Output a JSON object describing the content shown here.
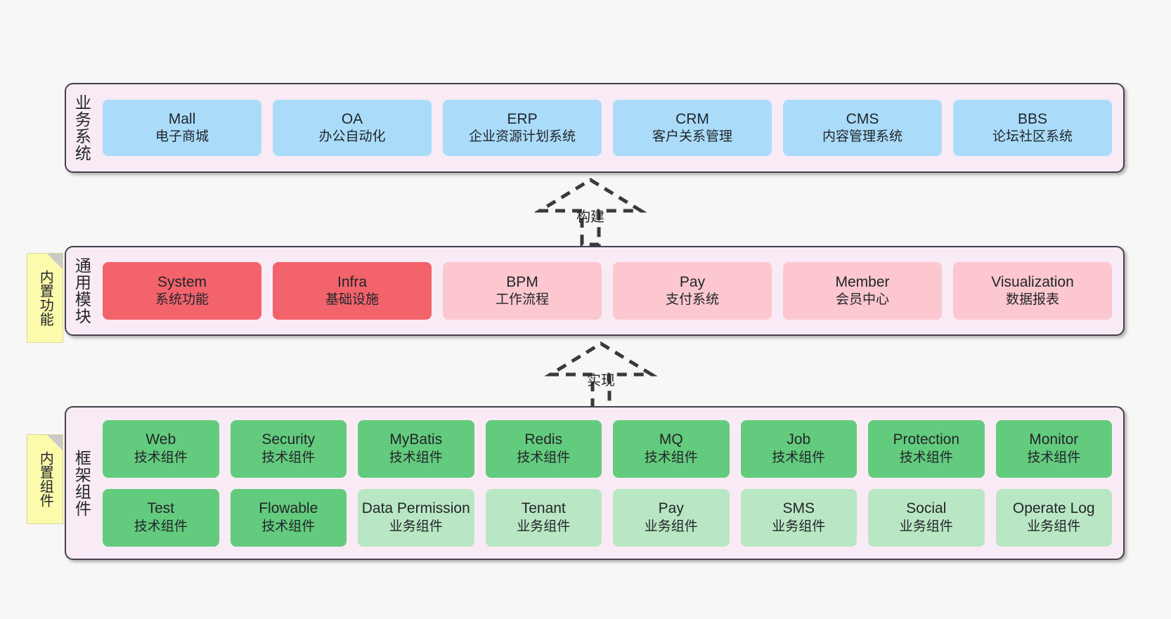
{
  "diagram": {
    "background_color": "#f7f7f7",
    "layer_fill": "#f9ebf5",
    "layer_border": "#46404d"
  },
  "layers": [
    {
      "id": "business-system",
      "label": "业务系统",
      "accent": "#aadcfa",
      "boxes": [
        {
          "name": "Mall",
          "desc": "电子商城",
          "color": "#aadcfa"
        },
        {
          "name": "OA",
          "desc": "办公自动化",
          "color": "#aadcfa"
        },
        {
          "name": "ERP",
          "desc": "企业资源计划系统",
          "color": "#aadcfa"
        },
        {
          "name": "CRM",
          "desc": "客户关系管理",
          "color": "#aadcfa"
        },
        {
          "name": "CMS",
          "desc": "内容管理系统",
          "color": "#aadcfa"
        },
        {
          "name": "BBS",
          "desc": "论坛社区系统",
          "color": "#aadcfa"
        }
      ]
    },
    {
      "id": "common-module",
      "label": "通用模块",
      "note": "内置功能",
      "boxes": [
        {
          "name": "System",
          "desc": "系统功能",
          "color": "#f2636c"
        },
        {
          "name": "Infra",
          "desc": "基础设施",
          "color": "#f2636c"
        },
        {
          "name": "BPM",
          "desc": "工作流程",
          "color": "#fcc7cf"
        },
        {
          "name": "Pay",
          "desc": "支付系统",
          "color": "#fcc7cf"
        },
        {
          "name": "Member",
          "desc": "会员中心",
          "color": "#fcc7cf"
        },
        {
          "name": "Visualization",
          "desc": "数据报表",
          "color": "#fcc7cf"
        }
      ]
    },
    {
      "id": "framework-component",
      "label": "框架组件",
      "note": "内置组件",
      "rows": [
        [
          {
            "name": "Web",
            "desc": "技术组件",
            "color": "#63cb7d"
          },
          {
            "name": "Security",
            "desc": "技术组件",
            "color": "#63cb7d"
          },
          {
            "name": "MyBatis",
            "desc": "技术组件",
            "color": "#63cb7d"
          },
          {
            "name": "Redis",
            "desc": "技术组件",
            "color": "#63cb7d"
          },
          {
            "name": "MQ",
            "desc": "技术组件",
            "color": "#63cb7d"
          },
          {
            "name": "Job",
            "desc": "技术组件",
            "color": "#63cb7d"
          },
          {
            "name": "Protection",
            "desc": "技术组件",
            "color": "#63cb7d"
          },
          {
            "name": "Monitor",
            "desc": "技术组件",
            "color": "#63cb7d"
          }
        ],
        [
          {
            "name": "Test",
            "desc": "技术组件",
            "color": "#63cb7d"
          },
          {
            "name": "Flowable",
            "desc": "技术组件",
            "color": "#63cb7d"
          },
          {
            "name": "Data Permission",
            "desc": "业务组件",
            "color": "#b9e7c3"
          },
          {
            "name": "Tenant",
            "desc": "业务组件",
            "color": "#b9e7c3"
          },
          {
            "name": "Pay",
            "desc": "业务组件",
            "color": "#b9e7c3"
          },
          {
            "name": "SMS",
            "desc": "业务组件",
            "color": "#b9e7c3"
          },
          {
            "name": "Social",
            "desc": "业务组件",
            "color": "#b9e7c3"
          },
          {
            "name": "Operate Log",
            "desc": "业务组件",
            "color": "#b9e7c3"
          }
        ]
      ]
    }
  ],
  "connectors": [
    {
      "id": "build",
      "label": "构建"
    },
    {
      "id": "implement",
      "label": "实现"
    }
  ]
}
